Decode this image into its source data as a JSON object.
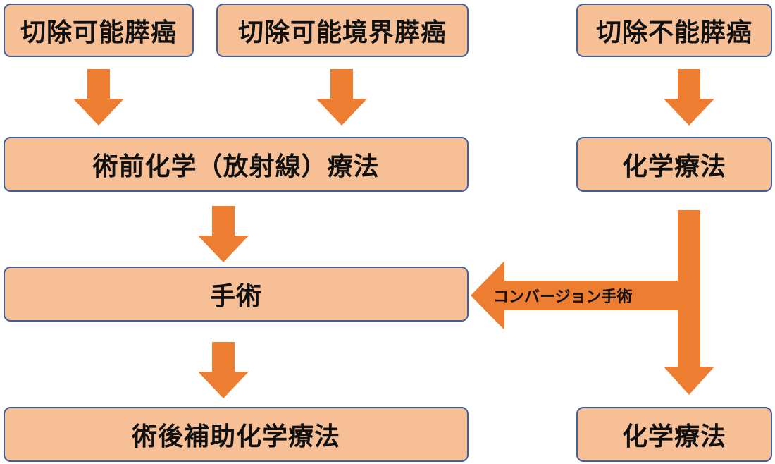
{
  "colors": {
    "box_fill": "#f6bf95",
    "box_border": "#3f5f9e",
    "arrow": "#ed7d31",
    "text": "#111111"
  },
  "boxes": {
    "resectable": "切除可能膵癌",
    "borderline": "切除可能境界膵癌",
    "unresectable": "切除不能膵癌",
    "neoadjuvant": "術前化学（放射線）療法",
    "chemo_top": "化学療法",
    "surgery": "手術",
    "adjuvant": "術後補助化学療法",
    "chemo_bottom": "化学療法"
  },
  "arrows": {
    "conversion_label": "コンバージョン手術"
  }
}
